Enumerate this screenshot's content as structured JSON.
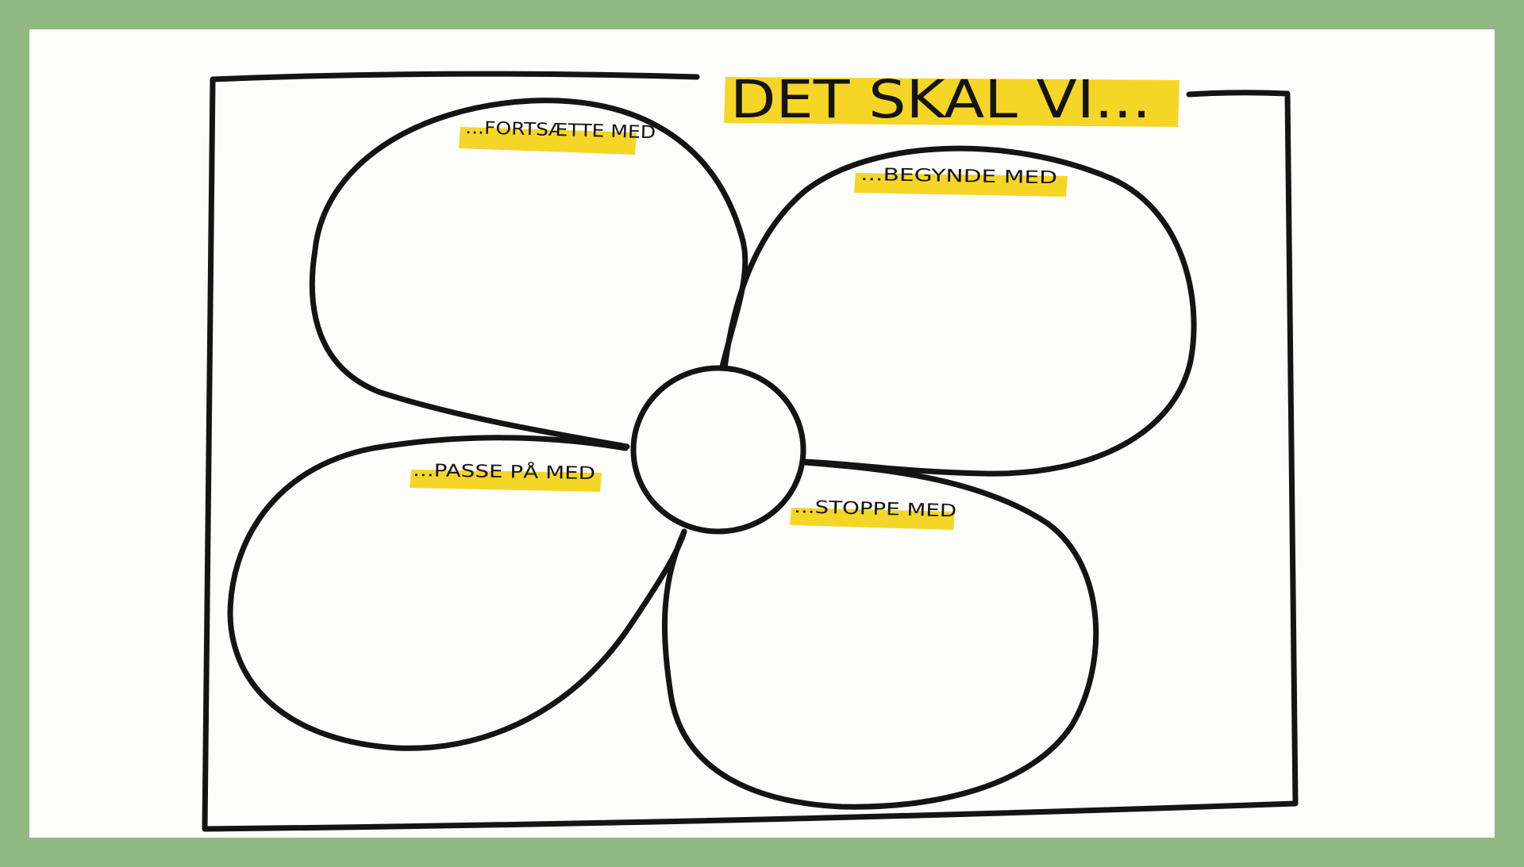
{
  "title": "DET SKAL VI...",
  "petals": [
    {
      "id": "top-left",
      "label": "...FORTSÆTTE MED"
    },
    {
      "id": "top-right",
      "label": "...BEGYNDE MED"
    },
    {
      "id": "bottom-left",
      "label": "...PASSE PÅ MED"
    },
    {
      "id": "bottom-right",
      "label": "...STOPPE MED"
    }
  ],
  "colors": {
    "frame_background": "#91b983",
    "paper": "#fdfdfc",
    "ink": "#141414",
    "highlighter": "#f4d41a"
  }
}
